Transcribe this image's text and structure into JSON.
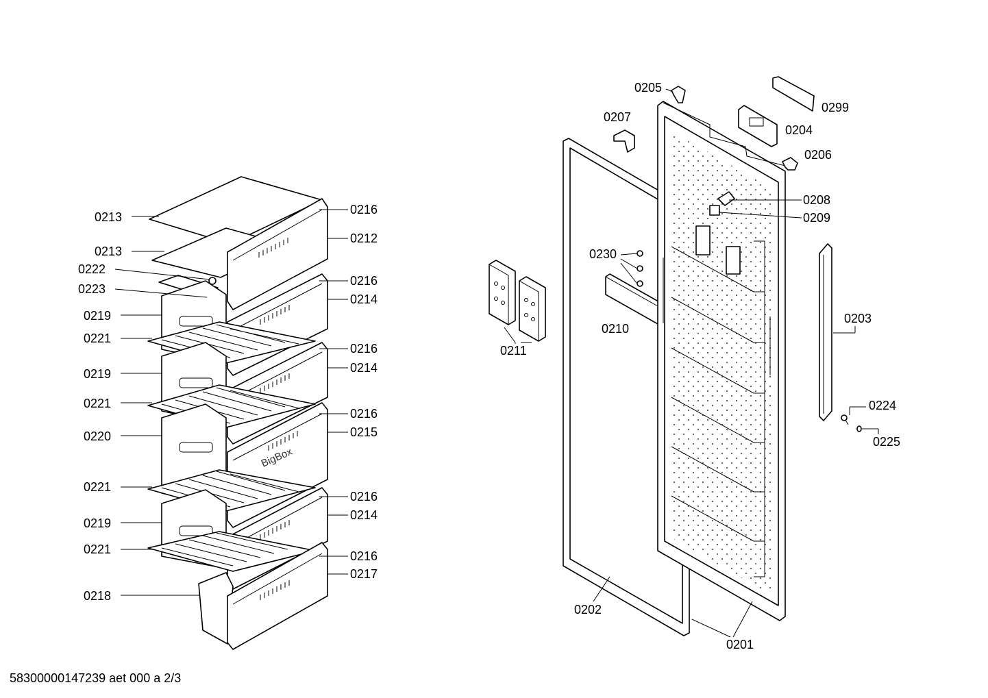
{
  "footer_text": "58300000147239 aet 000 a 2/3",
  "brand_text": "BigBox",
  "labels": {
    "l0213a": "0213",
    "l0213b": "0213",
    "l0222": "0222",
    "l0223": "0223",
    "l0219a": "0219",
    "l0221a": "0221",
    "l0219b": "0219",
    "l0221b": "0221",
    "l0220": "0220",
    "l0221c": "0221",
    "l0219c": "0219",
    "l0221d": "0221",
    "l0218": "0218",
    "r0216a": "0216",
    "r0212": "0212",
    "r0216b": "0216",
    "r0214a": "0214",
    "r0216c": "0216",
    "r0214b": "0214",
    "r0216d": "0216",
    "r0215": "0215",
    "r0216e": "0216",
    "r0214c": "0214",
    "r0216f": "0216",
    "r0217": "0217",
    "c0211": "0211",
    "c0230": "0230",
    "c0210": "0210",
    "c0207": "0207",
    "c0205": "0205",
    "c0202": "0202",
    "c0201": "0201",
    "c0299": "0299",
    "c0204": "0204",
    "c0206": "0206",
    "c0208": "0208",
    "c0209": "0209",
    "c0203": "0203",
    "c0224": "0224",
    "c0225": "0225"
  }
}
